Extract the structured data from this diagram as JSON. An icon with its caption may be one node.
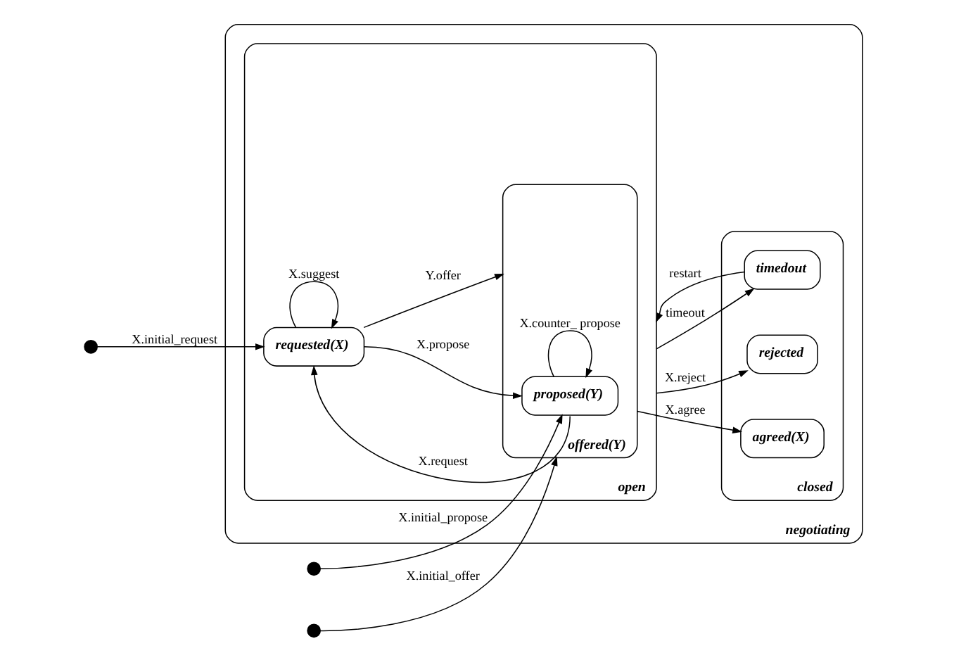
{
  "diagram": {
    "nodes": [
      {
        "text": [
          "negotiating"
        ]
      },
      {
        "text": [
          "open"
        ],
        "in": 0
      },
      {
        "text": [
          "requested(X)"
        ],
        "in": 1
      },
      {
        "text": [
          "offered(Y)"
        ],
        "in": 1
      },
      {
        "text": [
          "proposed(Y)"
        ],
        "in": 3
      },
      {
        "text": [
          "closed"
        ],
        "in": 0
      },
      {
        "text": [
          "agreed(X)"
        ],
        "in": 5
      },
      {
        "text": [
          "rejected"
        ],
        "in": 5
      },
      {
        "text": [
          "timedout"
        ],
        "in": 5
      },
      {
        "text": [],
        "shape": "circle"
      },
      {
        "text": [],
        "shape": "circle"
      },
      {
        "text": [],
        "shape": "circle"
      }
    ],
    "edges": [
      {
        "from": 9,
        "to": 2,
        "arrow": "to",
        "label": "X.initial_request"
      },
      {
        "from": 10,
        "to": 4,
        "arrow": "to",
        "label": "X.initial_propose"
      },
      {
        "from": 11,
        "to": 3,
        "arrow": "to",
        "label": "X.initial_offer"
      },
      {
        "from": 2,
        "to": 2,
        "arrow": "to",
        "label": "X.suggest"
      },
      {
        "from": 2,
        "to": 3,
        "arrow": "to",
        "label": "Y.offer"
      },
      {
        "from": 2,
        "to": 4,
        "arrow": "to",
        "label": "X.propose"
      },
      {
        "from": 4,
        "to": 4,
        "arrow": "to",
        "label": "X.counter_ propose"
      },
      {
        "from": 4,
        "to": 2,
        "arrow": "to",
        "label": "X.request"
      },
      {
        "from": 3,
        "to": 6,
        "arrow": "to",
        "label": "X.agree"
      },
      {
        "from": 1,
        "to": 7,
        "arrow": "to",
        "label": "X.reject"
      },
      {
        "from": 1,
        "to": 8,
        "arrow": "to",
        "label": "timeout"
      },
      {
        "from": 8,
        "to": 1,
        "arrow": "to",
        "label": "restart"
      }
    ]
  }
}
